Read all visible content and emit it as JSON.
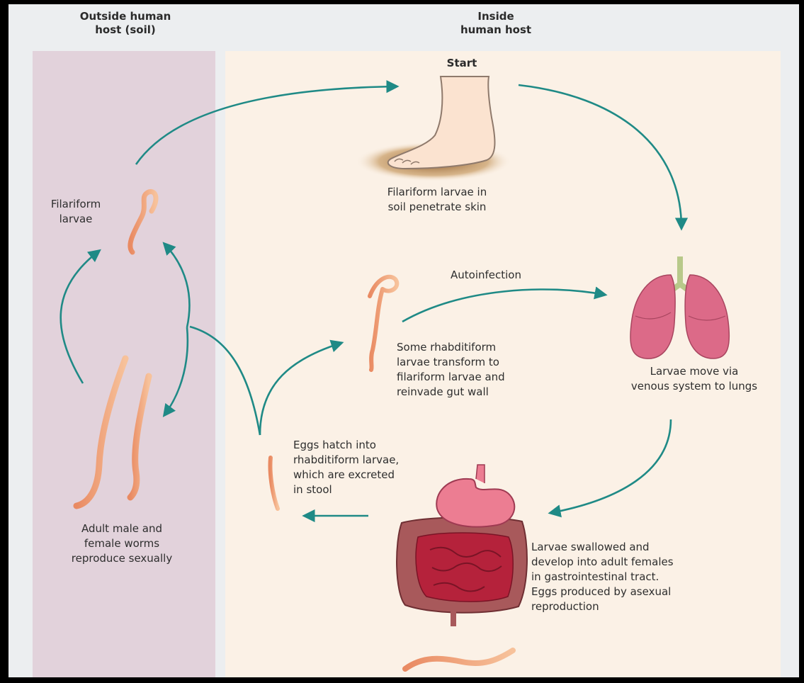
{
  "headers": {
    "outside": "Outside human\nhost (soil)",
    "inside": "Inside\nhuman host",
    "start": "Start"
  },
  "labels": {
    "filariform": "Filariform\nlarvae",
    "skin": "Filariform larvae in\nsoil penetrate skin",
    "autoinfection": "Autoinfection",
    "transform": "Some rhabditiform\nlarvae transform to\nfilariform larvae and\nreinvade gut wall",
    "lungs": "Larvae move via\nvenous system to lungs",
    "eggs": "Eggs hatch into\nrhabditiform larvae,\nwhich are excreted\nin stool",
    "adults": "Adult male and\nfemale worms\nreproduce sexually",
    "gi": "Larvae swallowed and\ndevelop into adult females\nin gastrointestinal tract.\nEggs produced by asexual\nreproduction"
  },
  "colors": {
    "arrow": "#1f8a86",
    "worm": "#f0a77f",
    "soil_panel": "#e2d2db",
    "host_panel": "#fbf1e6",
    "lung": "#d9607e",
    "stomach": "#ec7d92",
    "colon": "#a8595b",
    "intestine": "#b5223b"
  }
}
